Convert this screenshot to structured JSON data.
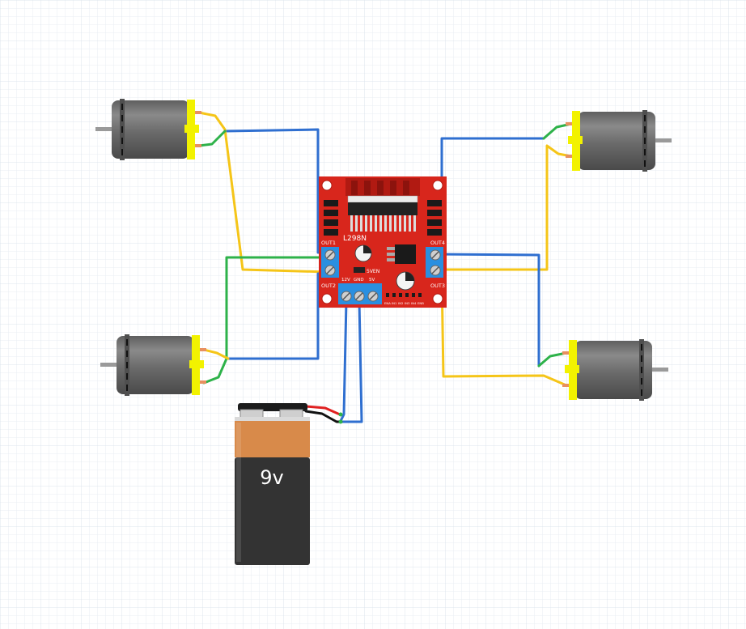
{
  "driver": {
    "chip_label": "L298N",
    "out1": "OUT1",
    "out2": "OUT2",
    "out3": "OUT3",
    "out4": "OUT4",
    "pin_12v": "12V",
    "pin_gnd": "GND",
    "pin_5v": "5V",
    "jumper_5ven": "5VEN",
    "input_pins": [
      "ENA",
      "IN1",
      "IN2",
      "IN3",
      "IN4",
      "ENB"
    ]
  },
  "battery": {
    "label": "9v"
  },
  "colors": {
    "wire_blue": "#2f6fd0",
    "wire_yellow": "#f5c518",
    "wire_green": "#2eb24a",
    "wire_red": "#e02020",
    "wire_black": "#111111",
    "board_red": "#d8261c",
    "terminal_blue": "#2a8fe0",
    "motor_gray": "#6d6d6d",
    "motor_cap_yellow": "#f2f200",
    "battery_orange": "#d88a4a",
    "battery_dark": "#333333"
  }
}
